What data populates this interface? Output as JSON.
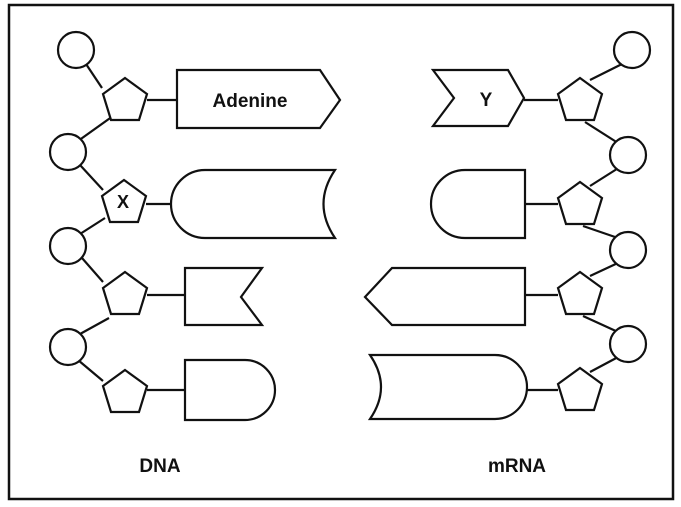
{
  "diagram": {
    "strand_labels": {
      "left": "DNA",
      "right": "mRNA"
    },
    "nucleotide_labels": {
      "base": "Adenine",
      "sugar": "X",
      "complement": "Y"
    }
  }
}
